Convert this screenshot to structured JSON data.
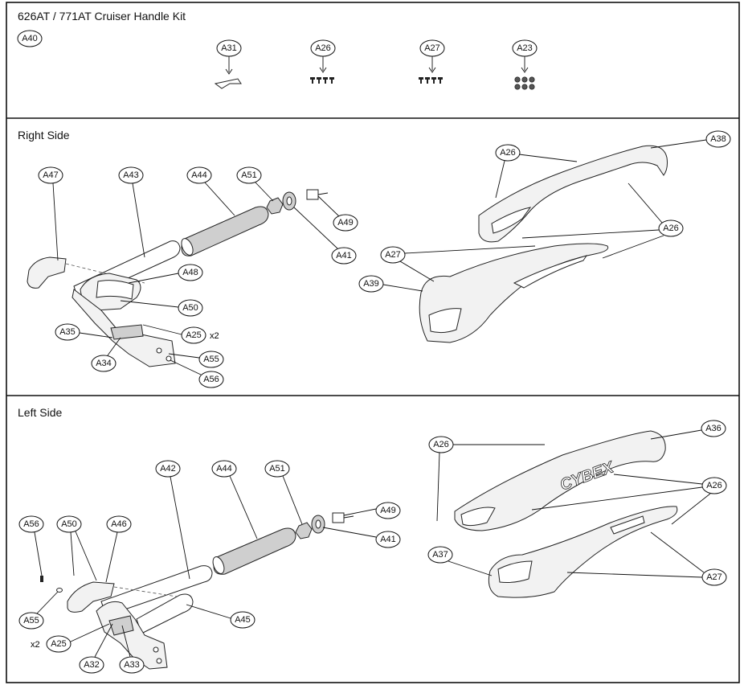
{
  "kit": {
    "title": "626AT / 771AT Cruiser Handle Kit",
    "kit_label": "A40",
    "parts": [
      "A31",
      "A26",
      "A27",
      "A23"
    ]
  },
  "right": {
    "title": "Right Side",
    "labels": {
      "a47": "A47",
      "a43": "A43",
      "a44": "A44",
      "a51": "A51",
      "a49": "A49",
      "a41": "A41",
      "a48": "A48",
      "a50": "A50",
      "a35": "A35",
      "a25": "A25",
      "a25_qty": "x2",
      "a55": "A55",
      "a34": "A34",
      "a56": "A56",
      "a26_top": "A26",
      "a38": "A38",
      "a26_right": "A26",
      "a27": "A27",
      "a39": "A39"
    }
  },
  "left": {
    "title": "Left Side",
    "labels": {
      "a42": "A42",
      "a44": "A44",
      "a51": "A51",
      "a49": "A49",
      "a41": "A41",
      "a56": "A56",
      "a50": "A50",
      "a46": "A46",
      "a55": "A55",
      "a25": "A25",
      "a25_qty": "x2",
      "a32": "A32",
      "a33": "A33",
      "a45": "A45",
      "a26_top": "A26",
      "a36": "A36",
      "a26_right": "A26",
      "a37": "A37",
      "a27": "A27"
    },
    "brand": "CYBEX"
  }
}
